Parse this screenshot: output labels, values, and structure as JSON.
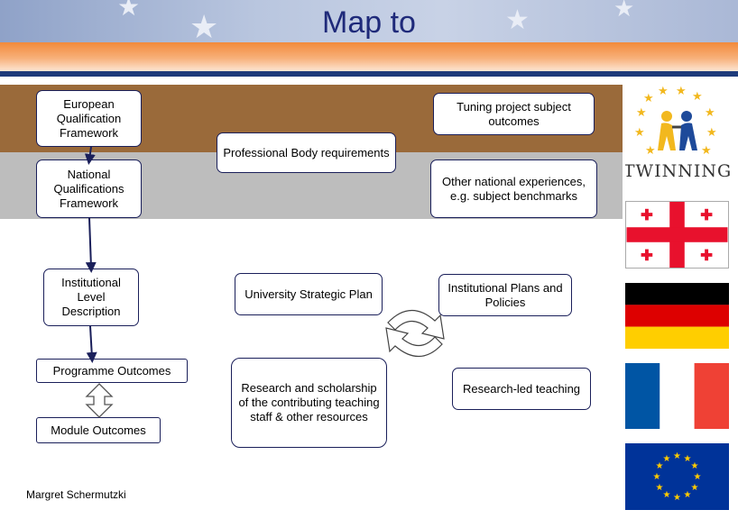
{
  "slide": {
    "title": "Map to",
    "author": "Margret Schermutzki"
  },
  "boxes": {
    "eqf": "European Qualification Framework",
    "nqf": "National Qualifications Framework",
    "ild": "Institutional Level Description",
    "programme": "Programme Outcomes",
    "module": "Module Outcomes",
    "professional": "Professional Body requirements",
    "strategic": "University Strategic Plan",
    "research": "Research and scholarship of the contributing teaching staff & other resources",
    "tuning": "Tuning project subject outcomes",
    "other": "Other national experiences, e.g. subject benchmarks",
    "plans": "Institutional Plans and Policies",
    "researchled": "Research-led teaching"
  },
  "logo": {
    "text": "TWINNING"
  },
  "flags": [
    "georgia-flag",
    "germany-flag",
    "france-flag",
    "eu-flag"
  ],
  "colors": {
    "title": "#1f2a7a",
    "band_brown": "#9a6a3a",
    "band_grey": "#bdbdbd",
    "box_border": "#1a1f5a",
    "orange": "#f28a3a",
    "dark_blue": "#1e3b7a"
  }
}
